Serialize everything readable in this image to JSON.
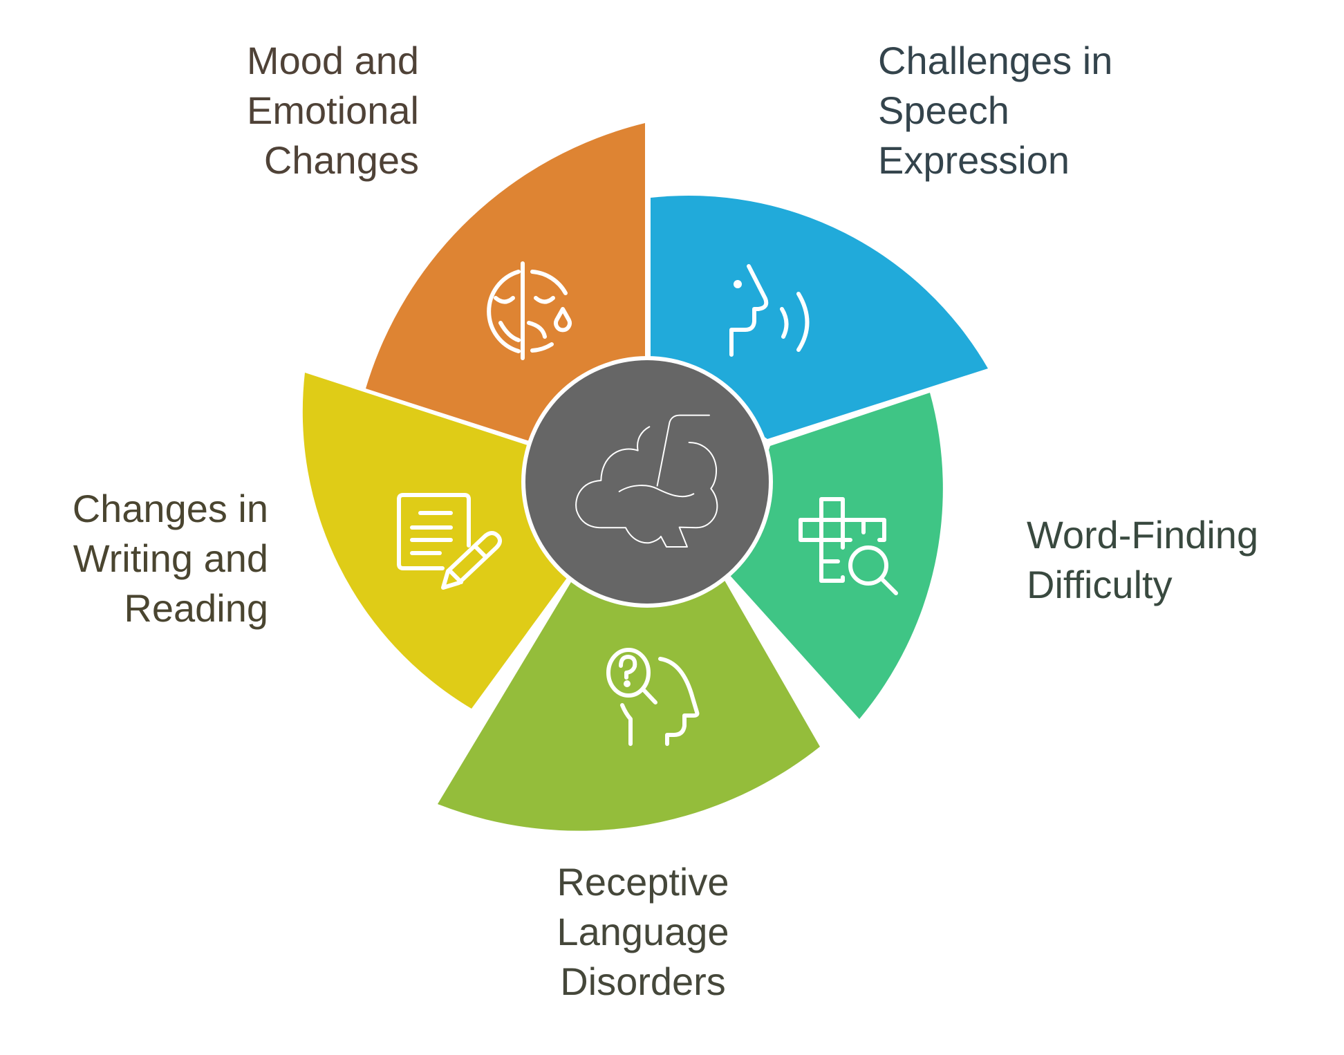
{
  "diagram": {
    "type": "radial-segmented-wheel",
    "center": {
      "icon": "brain-head-icon",
      "color": "#666666"
    },
    "segments": [
      {
        "id": "mood",
        "label_lines": [
          "Mood and",
          "Emotional",
          "Changes"
        ],
        "color": "#DE8433",
        "text_color": "#4F4237",
        "icon": "happy-sad-face-icon"
      },
      {
        "id": "speech",
        "label_lines": [
          "Challenges in",
          "Speech",
          "Expression"
        ],
        "color": "#21AADA",
        "text_color": "#34444C",
        "icon": "speaking-head-icon"
      },
      {
        "id": "word-finding",
        "label_lines": [
          "Word-Finding",
          "Difficulty"
        ],
        "color": "#3FC585",
        "text_color": "#39493F",
        "icon": "crossword-search-icon"
      },
      {
        "id": "receptive",
        "label_lines": [
          "Receptive",
          "Language",
          "Disorders"
        ],
        "color": "#94BD3B",
        "text_color": "#45473A",
        "icon": "head-question-magnifier-icon"
      },
      {
        "id": "writing",
        "label_lines": [
          "Changes in",
          "Writing and",
          "Reading"
        ],
        "color": "#DFCC17",
        "text_color": "#4A4530",
        "icon": "document-pencil-icon"
      }
    ]
  }
}
